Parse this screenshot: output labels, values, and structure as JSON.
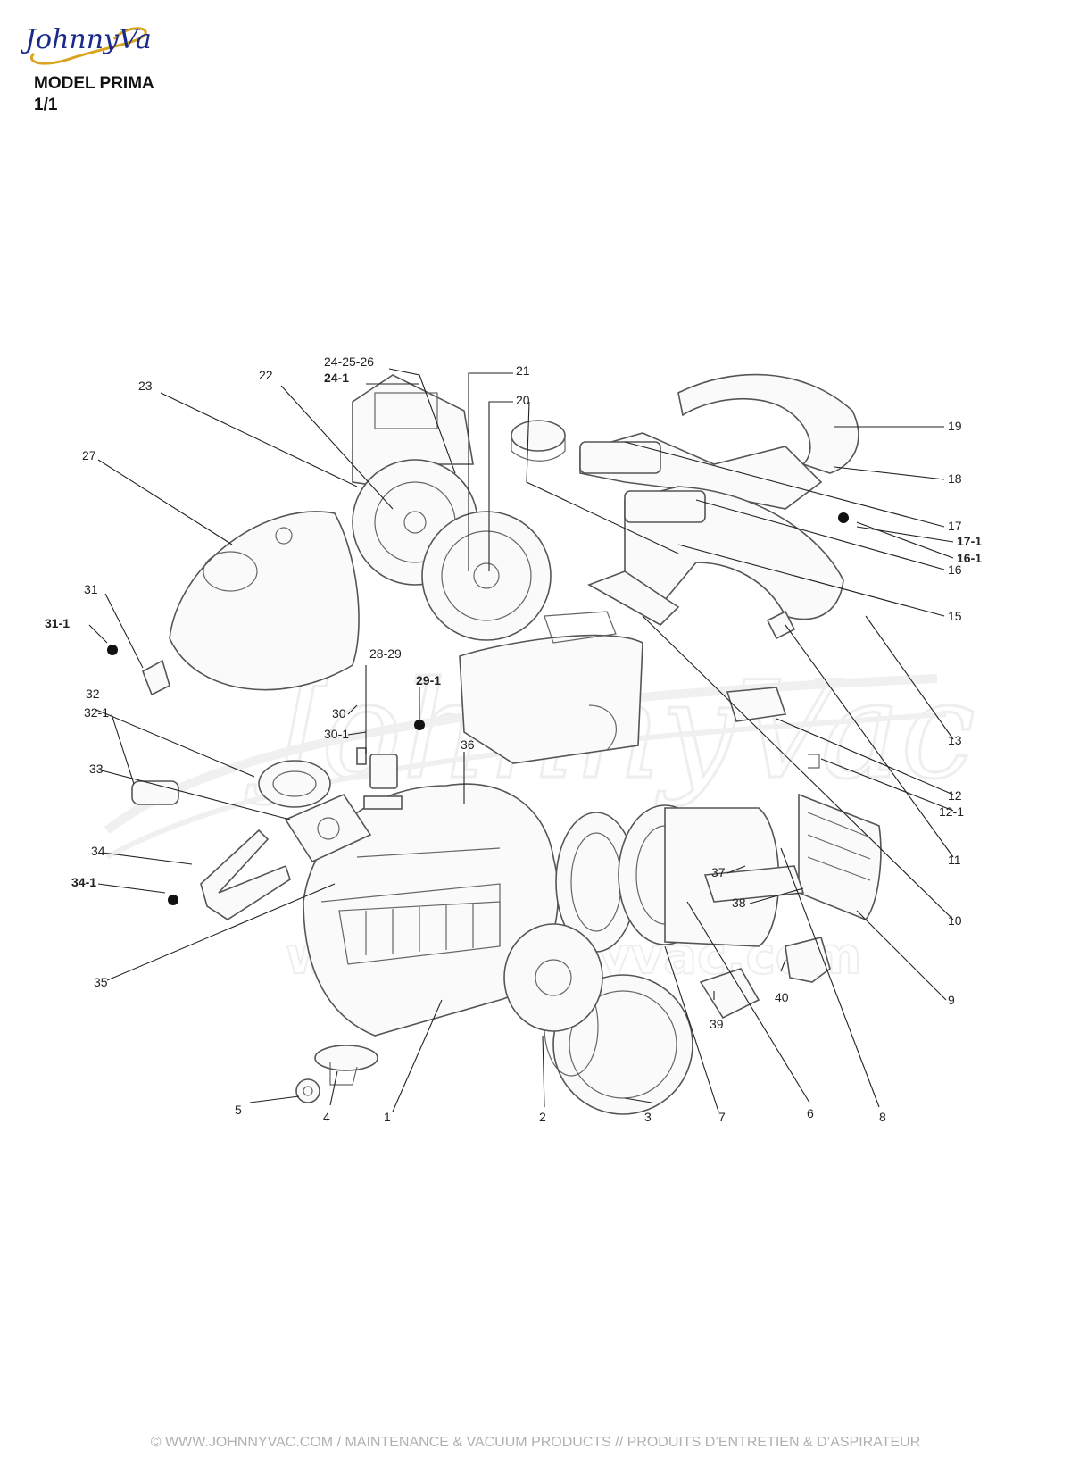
{
  "header": {
    "logo_text": "JohnnyVac",
    "model": "MODEL PRIMA",
    "page": "1/1"
  },
  "watermark": "JohnnyVac",
  "watermark_url": "www.johnnyvac.com",
  "labels": {
    "l1": "1",
    "l2": "2",
    "l3": "3",
    "l4": "4",
    "l5": "5",
    "l6": "6",
    "l7": "7",
    "l8": "8",
    "l9": "9",
    "l10": "10",
    "l11": "11",
    "l12": "12",
    "l12_1": "12-1",
    "l13": "13",
    "l15": "15",
    "l16": "16",
    "l16_1": "16-1",
    "l17": "17",
    "l17_1": "17-1",
    "l18": "18",
    "l19": "19",
    "l20": "20",
    "l21": "21",
    "l22": "22",
    "l23": "23",
    "l24_25_26": "24-25-26",
    "l24_1": "24-1",
    "l27": "27",
    "l28_29": "28-29",
    "l29_1": "29-1",
    "l30": "30",
    "l30_1": "30-1",
    "l31": "31",
    "l31_1": "31-1",
    "l32": "32",
    "l32_1": "32-1",
    "l33": "33",
    "l34": "34",
    "l34_1": "34-1",
    "l35": "35",
    "l36": "36",
    "l37": "37",
    "l38": "38",
    "l39": "39",
    "l40": "40"
  },
  "footer": "© WWW.JOHNNYVAC.COM / MAINTENANCE & VACUUM PRODUCTS  //  PRODUITS D’ENTRETIEN & D’ASPIRATEUR"
}
